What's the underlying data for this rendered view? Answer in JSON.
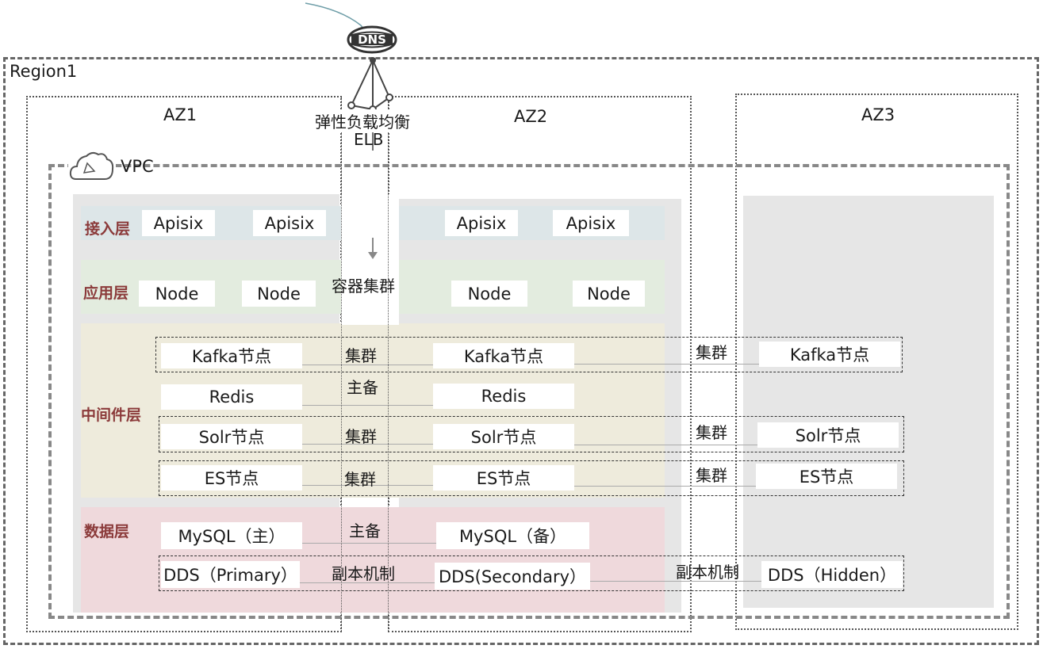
{
  "top": {
    "dns_label": "DNS",
    "elb_label_cn": "弹性负载均衡",
    "elb_label_en": "ELB"
  },
  "region": "Region1",
  "azs": [
    "AZ1",
    "AZ2",
    "AZ3"
  ],
  "vpc": "VPC",
  "container_cluster": "容器集群",
  "layers": {
    "access": {
      "label": "接入层",
      "nodes": [
        "Apisix",
        "Apisix",
        "Apisix",
        "Apisix"
      ]
    },
    "app": {
      "label": "应用层",
      "nodes": [
        "Node",
        "Node",
        "Node",
        "Node"
      ]
    },
    "middleware": {
      "label": "中间件层",
      "kafka": {
        "nodes": [
          "Kafka节点",
          "Kafka节点",
          "Kafka节点"
        ],
        "links": [
          "集群",
          "集群"
        ]
      },
      "redis": {
        "nodes": [
          "Redis",
          "Redis"
        ],
        "link": "主备"
      },
      "solr": {
        "nodes": [
          "Solr节点",
          "Solr节点",
          "Solr节点"
        ],
        "links": [
          "集群",
          "集群"
        ]
      },
      "es": {
        "nodes": [
          "ES节点",
          "ES节点",
          "ES节点"
        ],
        "links": [
          "集群",
          "集群"
        ]
      }
    },
    "data": {
      "label": "数据层",
      "mysql": {
        "nodes": [
          "MySQL（主）",
          "MySQL（备）"
        ],
        "link": "主备"
      },
      "dds": {
        "nodes": [
          "DDS（Primary）",
          "DDS(Secondary）",
          "DDS（Hidden）"
        ],
        "links": [
          "副本机制",
          "副本机制"
        ]
      }
    }
  },
  "colors": {
    "access_band": "#dde6e8",
    "app_band": "#e3ecdf",
    "middleware_band": "#eeebdc",
    "data_band": "#efd9dc",
    "layer_label": "#8b3a3a",
    "gray_panel": "#e6e6e6"
  }
}
